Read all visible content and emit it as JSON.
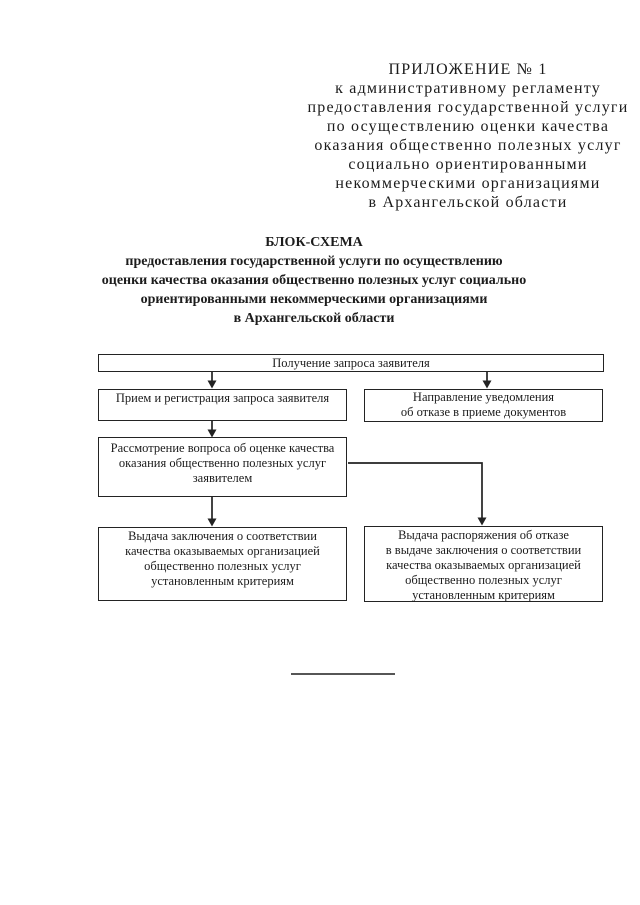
{
  "colors": {
    "background": "#ffffff",
    "text": "#1c1c1c",
    "box_border": "#232323",
    "separator_line": "#565656"
  },
  "header": {
    "lines": [
      "ПРИЛОЖЕНИЕ № 1",
      "к административному регламенту",
      "предоставления государственной услуги",
      "по осуществлению оценки качества",
      "оказания общественно полезных услуг",
      "социально ориентированными",
      "некоммерческими организациями",
      "в Архангельской области"
    ]
  },
  "title": {
    "lines": [
      "БЛОК-СХЕМА",
      "предоставления государственной услуги по осуществлению",
      "оценки качества оказания общественно полезных услуг социально",
      "ориентированными некоммерческими организациями",
      "в Архангельской области"
    ]
  },
  "flowchart": {
    "box_receive": {
      "lines": [
        "Получение запроса заявителя"
      ]
    },
    "box_register": {
      "lines": [
        "Прием и регистрация запроса заявителя"
      ]
    },
    "box_refusal_notice": {
      "lines": [
        "Направление уведомления",
        "об отказе в приеме документов"
      ]
    },
    "box_consider": {
      "lines": [
        "Рассмотрение вопроса об оценке качества",
        "оказания общественно полезных услуг",
        "заявителем"
      ]
    },
    "box_conclusion": {
      "lines": [
        "Выдача заключения о соответствии",
        "качества оказываемых организацией",
        "общественно полезных услуг",
        "установленным критериям"
      ]
    },
    "box_refusal_order": {
      "lines": [
        "Выдача распоряжения об отказе",
        "в выдаче заключения о соответствии",
        "качества оказываемых организацией",
        "общественно полезных услуг",
        "установленным критериям"
      ]
    }
  }
}
